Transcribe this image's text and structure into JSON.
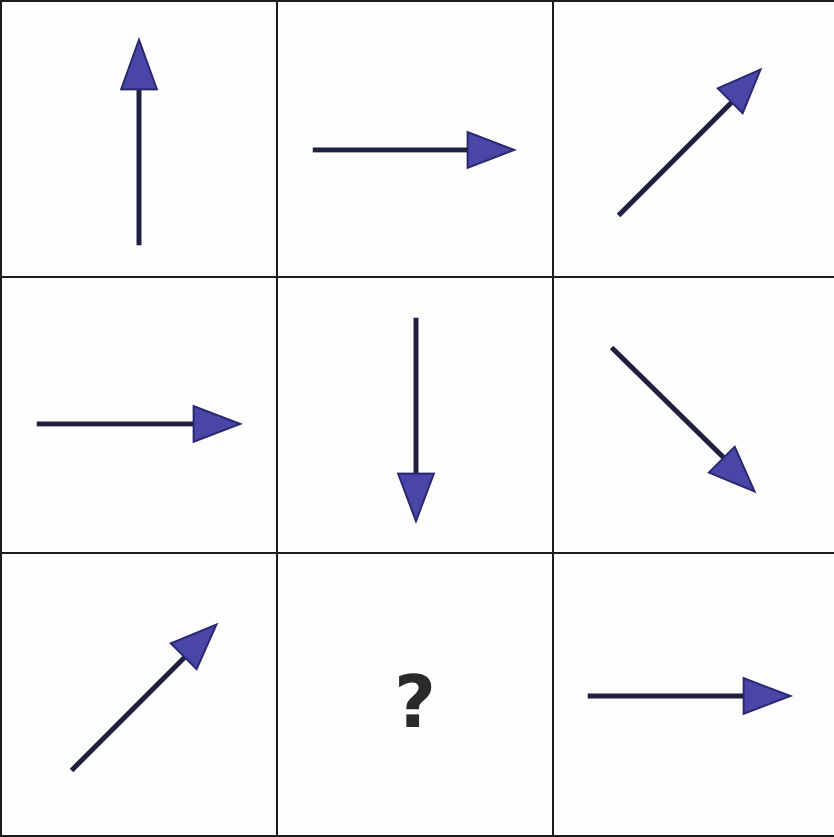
{
  "puzzle": {
    "question_mark": "?",
    "colors": {
      "arrow_line": "#1f1f3f",
      "arrow_head": "#4a46a8",
      "border": "#1c1c1c",
      "text": "#2a2a2a"
    },
    "cells": [
      {
        "row": 1,
        "col": 1,
        "content": "arrow",
        "direction": "up"
      },
      {
        "row": 1,
        "col": 2,
        "content": "arrow",
        "direction": "right"
      },
      {
        "row": 1,
        "col": 3,
        "content": "arrow",
        "direction": "up-right"
      },
      {
        "row": 2,
        "col": 1,
        "content": "arrow",
        "direction": "right"
      },
      {
        "row": 2,
        "col": 2,
        "content": "arrow",
        "direction": "down"
      },
      {
        "row": 2,
        "col": 3,
        "content": "arrow",
        "direction": "down-right"
      },
      {
        "row": 3,
        "col": 1,
        "content": "arrow",
        "direction": "up-right"
      },
      {
        "row": 3,
        "col": 2,
        "content": "question"
      },
      {
        "row": 3,
        "col": 3,
        "content": "arrow",
        "direction": "right"
      }
    ]
  }
}
